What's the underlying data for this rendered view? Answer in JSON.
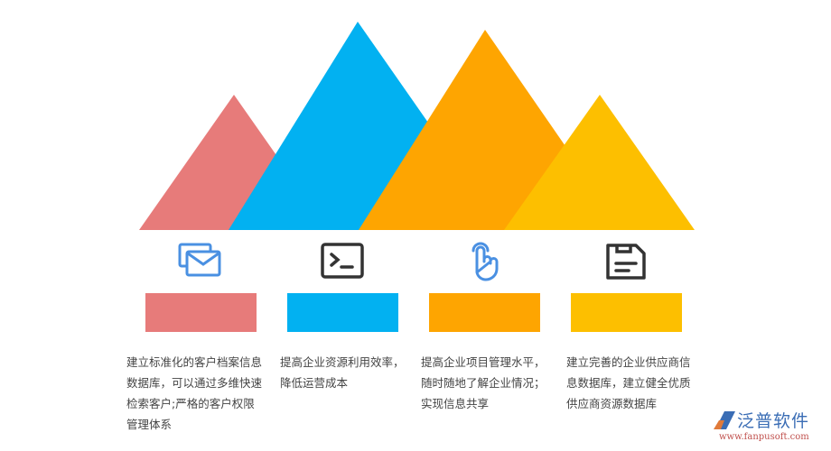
{
  "colors": {
    "pink": "#e77b7a",
    "blue": "#02b1f1",
    "orange": "#fea501",
    "yellow": "#fdbf00",
    "icon_blue": "#4a90e2",
    "icon_dark": "#333333",
    "text": "#444444"
  },
  "items": [
    {
      "color": "pink",
      "icon": "mail-stack-icon",
      "lines": [
        "建立标准化的客户档案信息",
        "数据库，可以通过多维快速",
        "检索客户;严格的客户权限",
        "管理体系"
      ]
    },
    {
      "color": "blue",
      "icon": "terminal-icon",
      "lines": [
        "提高企业资源利用效率，",
        "降低运营成本"
      ]
    },
    {
      "color": "orange",
      "icon": "pointer-hand-icon",
      "lines": [
        "提高企业项目管理水平，",
        "随时随地了解企业情况；",
        "实现信息共享"
      ]
    },
    {
      "color": "yellow",
      "icon": "save-disk-icon",
      "lines": [
        "建立完善的企业供应商信",
        "息数据库，建立健全优质",
        "供应商资源数据库"
      ]
    }
  ],
  "logo": {
    "brand": "泛普软件",
    "url": "www.fanpusoft.com"
  }
}
